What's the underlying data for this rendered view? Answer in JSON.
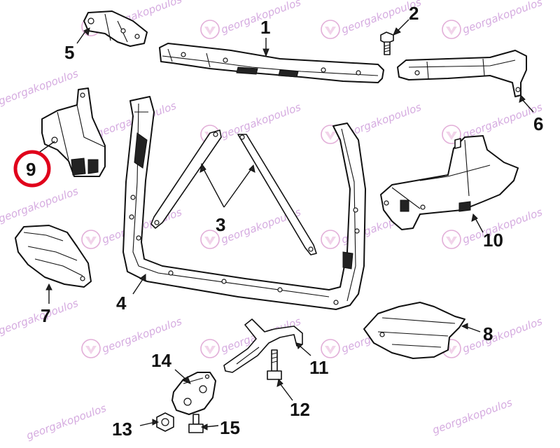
{
  "diagram": {
    "callouts": [
      {
        "id": "1",
        "label": "1"
      },
      {
        "id": "2",
        "label": "2"
      },
      {
        "id": "3",
        "label": "3"
      },
      {
        "id": "4",
        "label": "4"
      },
      {
        "id": "5",
        "label": "5"
      },
      {
        "id": "6",
        "label": "6"
      },
      {
        "id": "7",
        "label": "7"
      },
      {
        "id": "8",
        "label": "8"
      },
      {
        "id": "9",
        "label": "9",
        "highlighted": true
      },
      {
        "id": "10",
        "label": "10"
      },
      {
        "id": "11",
        "label": "11"
      },
      {
        "id": "12",
        "label": "12"
      },
      {
        "id": "13",
        "label": "13"
      },
      {
        "id": "14",
        "label": "14"
      },
      {
        "id": "15",
        "label": "15"
      }
    ],
    "highlight_color": "#e0001b",
    "watermark": {
      "text": "georgakopoulos",
      "color": "#c88fd6"
    }
  }
}
